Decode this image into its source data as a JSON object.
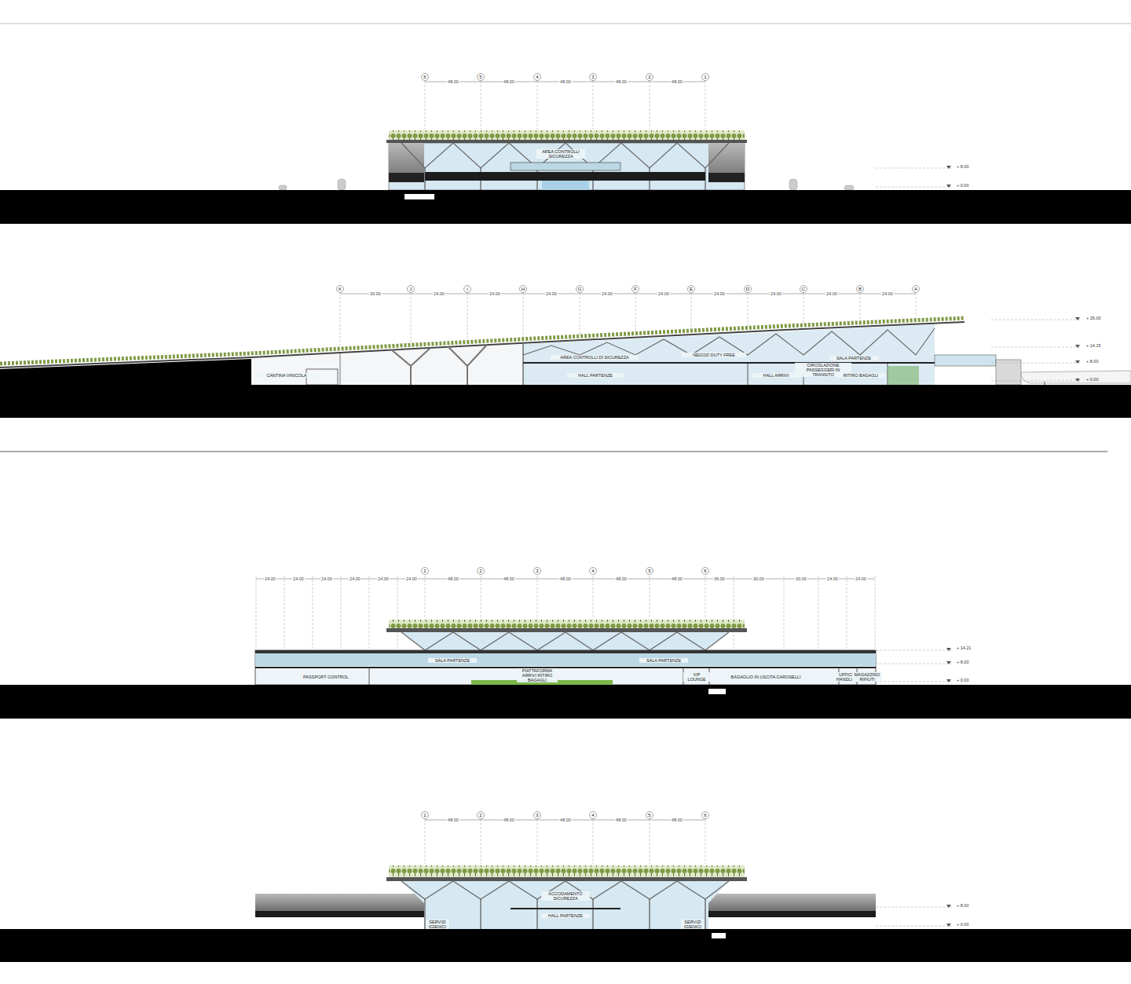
{
  "diagram": {
    "labels": [
      "6",
      "5",
      "4",
      "3",
      "2",
      "1",
      "48.00",
      "48.00",
      "48.00",
      "48.00",
      "48.00",
      "AREA CONTROLLI SICUREZZA",
      "+ 8.00",
      "+ 0.00",
      "K",
      "J",
      "I",
      "H",
      "G",
      "F",
      "E",
      "D",
      "C",
      "B",
      "A",
      "30.00",
      "24.00",
      "24.00",
      "24.00",
      "24.00",
      "24.00",
      "24.00",
      "24.00",
      "24.00",
      "24.00",
      "+ 26.00",
      "+ 14.15",
      "+ 8.00",
      "+ 0.00",
      "CANTINA VINICOLA",
      "AREA CONTROLLI DI SICUREZZA",
      "NEGOZI DUTY FREE",
      "SALA PARTENZE",
      "HALL PARTENZE",
      "HALL ARRIVI",
      "CIRCOLAZIONE PASSEGGERI IN TRANSITO",
      "RITIRO BAGAGLI",
      "24.00",
      "24.00",
      "24.00",
      "24.00",
      "24.00",
      "24.00",
      "48.00",
      "48.00",
      "48.00",
      "48.00",
      "48.00",
      "36.00",
      "30.00",
      "30.00",
      "24.00",
      "24.00",
      "1",
      "2",
      "3",
      "4",
      "5",
      "6",
      "+ 14.21",
      "+ 8.00",
      "+ 0.00",
      "SALA PARTENZE",
      "SALA PARTENZE",
      "PASSPORT CONTROL",
      "PIATTAFORMA ARRIVI RITIRO BAGAGLI",
      "VIP LOUNGE",
      "BAGAGLIO IN USCITA CAROSELLI",
      "UFFICIO HANDLING",
      "MAGAZZINO RIFIUTI",
      "1",
      "2",
      "3",
      "4",
      "5",
      "6",
      "48.00",
      "48.00",
      "48.00",
      "48.00",
      "48.00",
      "+ 8.00",
      "+ 0.00",
      "ACCODAMENTO SICUREZZA",
      "HALL PARTENZE",
      "SERVIZI IGIENICI",
      "SERVIZI IGIENICI"
    ]
  }
}
